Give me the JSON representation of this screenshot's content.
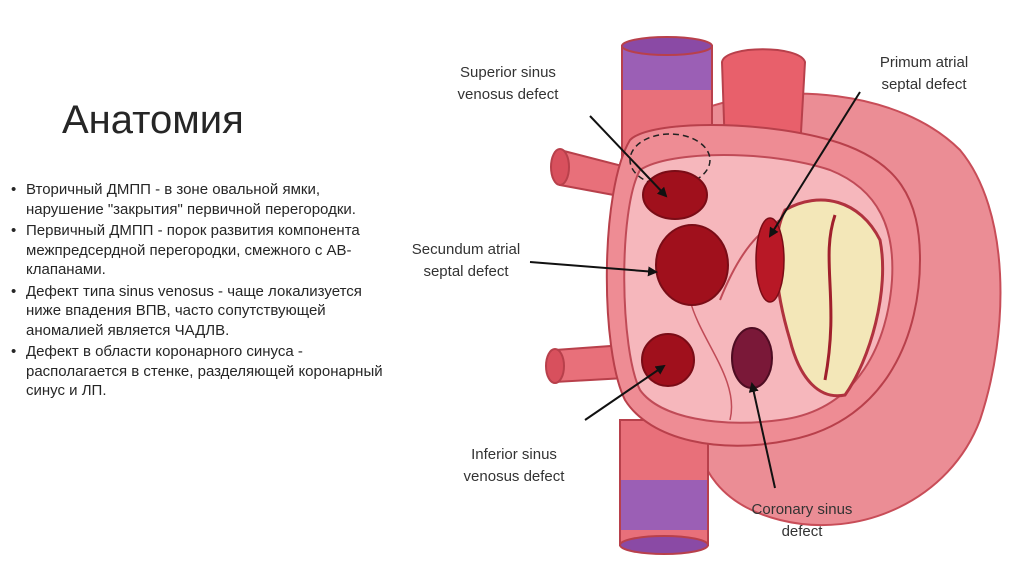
{
  "slide": {
    "title": "Анатомия",
    "bullets": [
      "Вторичный ДМПП - в зоне овальной ямки, нарушение \"закрытия\" первичной перегородки.",
      "Первичный ДМПП - порок развития компонента межпредсердной перегородки, смежного с АВ-клапанами.",
      "Дефект типа sinus venosus - чаще локализуется ниже впадения ВПВ, часто сопутствующей аномалией является ЧАДЛВ.",
      "Дефект в области коронарного синуса - располагается в стенке, разделяющей коронарный синус и ЛП."
    ]
  },
  "diagram": {
    "labels": {
      "superior_l1": "Superior sinus",
      "superior_l2": "venosus defect",
      "primum_l1": "Primum atrial",
      "primum_l2": "septal defect",
      "secundum_l1": "Secundum atrial",
      "secundum_l2": "septal defect",
      "inferior_l1": "Inferior sinus",
      "inferior_l2": "venosus defect",
      "coronary_l1": "Coronary sinus",
      "coronary_l2": "defect"
    },
    "colors": {
      "heart": "#e8707a",
      "heart_light": "#f2a5ab",
      "chamber": "#f7c6c9",
      "defect": "#a0101c",
      "coronary_defect": "#7a1838",
      "vessel_band": "#9b5fb5",
      "valve": "#f3e7b8"
    }
  }
}
